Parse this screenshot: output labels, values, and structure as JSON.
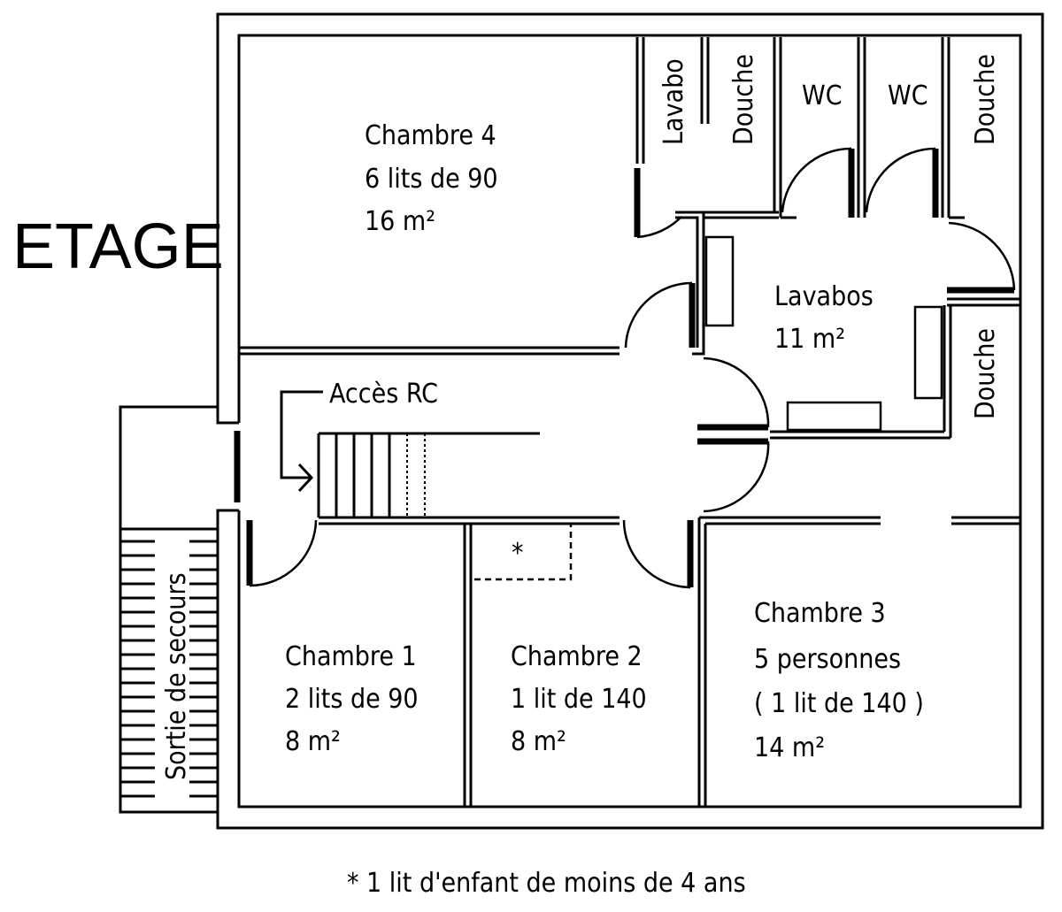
{
  "title": "ETAGE",
  "rooms": {
    "chambre4": {
      "name": "Chambre 4",
      "beds": "6 lits de 90",
      "area": "16 m²"
    },
    "lavabos": {
      "name": "Lavabos",
      "area": "11 m²"
    },
    "chambre1": {
      "name": "Chambre 1",
      "beds": "2 lits de 90",
      "area": "8 m²"
    },
    "chambre2": {
      "name": "Chambre 2",
      "beds": "1 lit de 140",
      "area": "8 m²"
    },
    "chambre3": {
      "name": "Chambre 3",
      "people": "5 personnes",
      "beds": "( 1 lit de 140 )",
      "area": "14 m²"
    }
  },
  "fixtures": {
    "lavabo": "Lavabo",
    "douche_top": "Douche",
    "wc_left": "WC",
    "wc_right": "WC",
    "douche_right_top": "Douche",
    "douche_right": "Douche",
    "child_bed_marker": "*"
  },
  "access": "Accès RC",
  "emergency_exit": "Sortie de secours",
  "footnote": "* 1 lit d'enfant de moins de 4 ans"
}
